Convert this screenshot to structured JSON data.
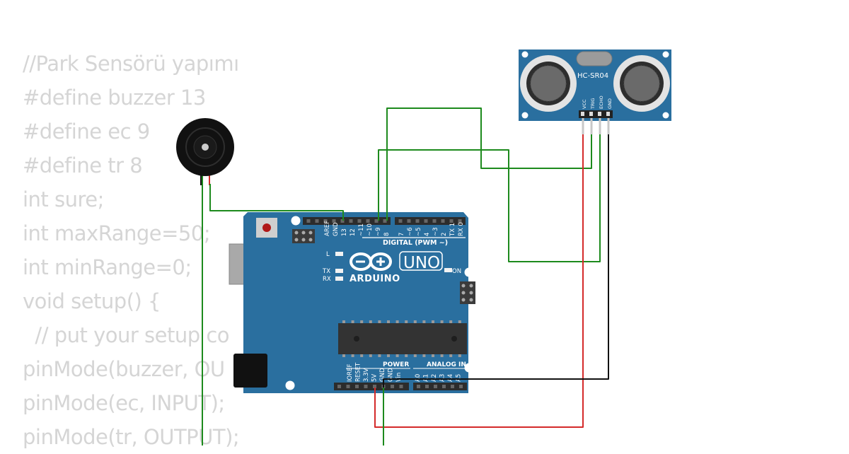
{
  "code_lines": [
    "//Park Sensörü yapımı",
    "#define buzzer 13",
    "#define ec 9",
    "#define tr 8",
    "int sure;",
    "int maxRange=50;",
    "int minRange=0;",
    "void setup() {",
    "  // put your setup co",
    "pinMode(buzzer, OU",
    "pinMode(ec, INPUT);",
    "pinMode(tr, OUTPUT);"
  ],
  "arduino": {
    "logo_text": "ARDUINO",
    "model": "UNO",
    "digital_label": "DIGITAL (PWM ~)",
    "power_label": "POWER",
    "analog_label": "ANALOG IN",
    "on_label": "ON",
    "led_l": "L",
    "led_tx": "TX",
    "led_rx": "RX",
    "pins_top": [
      "AREF",
      "GND",
      "13",
      "12",
      "~11",
      "~10",
      "~9",
      "8",
      "7",
      "~6",
      "~5",
      "4",
      "~3",
      "2",
      "TX 1",
      "RX 0"
    ],
    "pins_power": [
      "IOREF",
      "RESET",
      "3.3V",
      "5V",
      "GND",
      "GND",
      "Vin"
    ],
    "pins_analog": [
      "A0",
      "A1",
      "A2",
      "A3",
      "A4",
      "A5"
    ]
  },
  "sensor": {
    "name": "HC-SR04",
    "pins": [
      "VCC",
      "TRIG",
      "ECHO",
      "GND"
    ]
  },
  "colors": {
    "board": "#2a6f9f",
    "wire_green": "#1d8a1d",
    "wire_red": "#d42a2a",
    "wire_black": "#111111",
    "code_text": "#d5d5d5"
  }
}
